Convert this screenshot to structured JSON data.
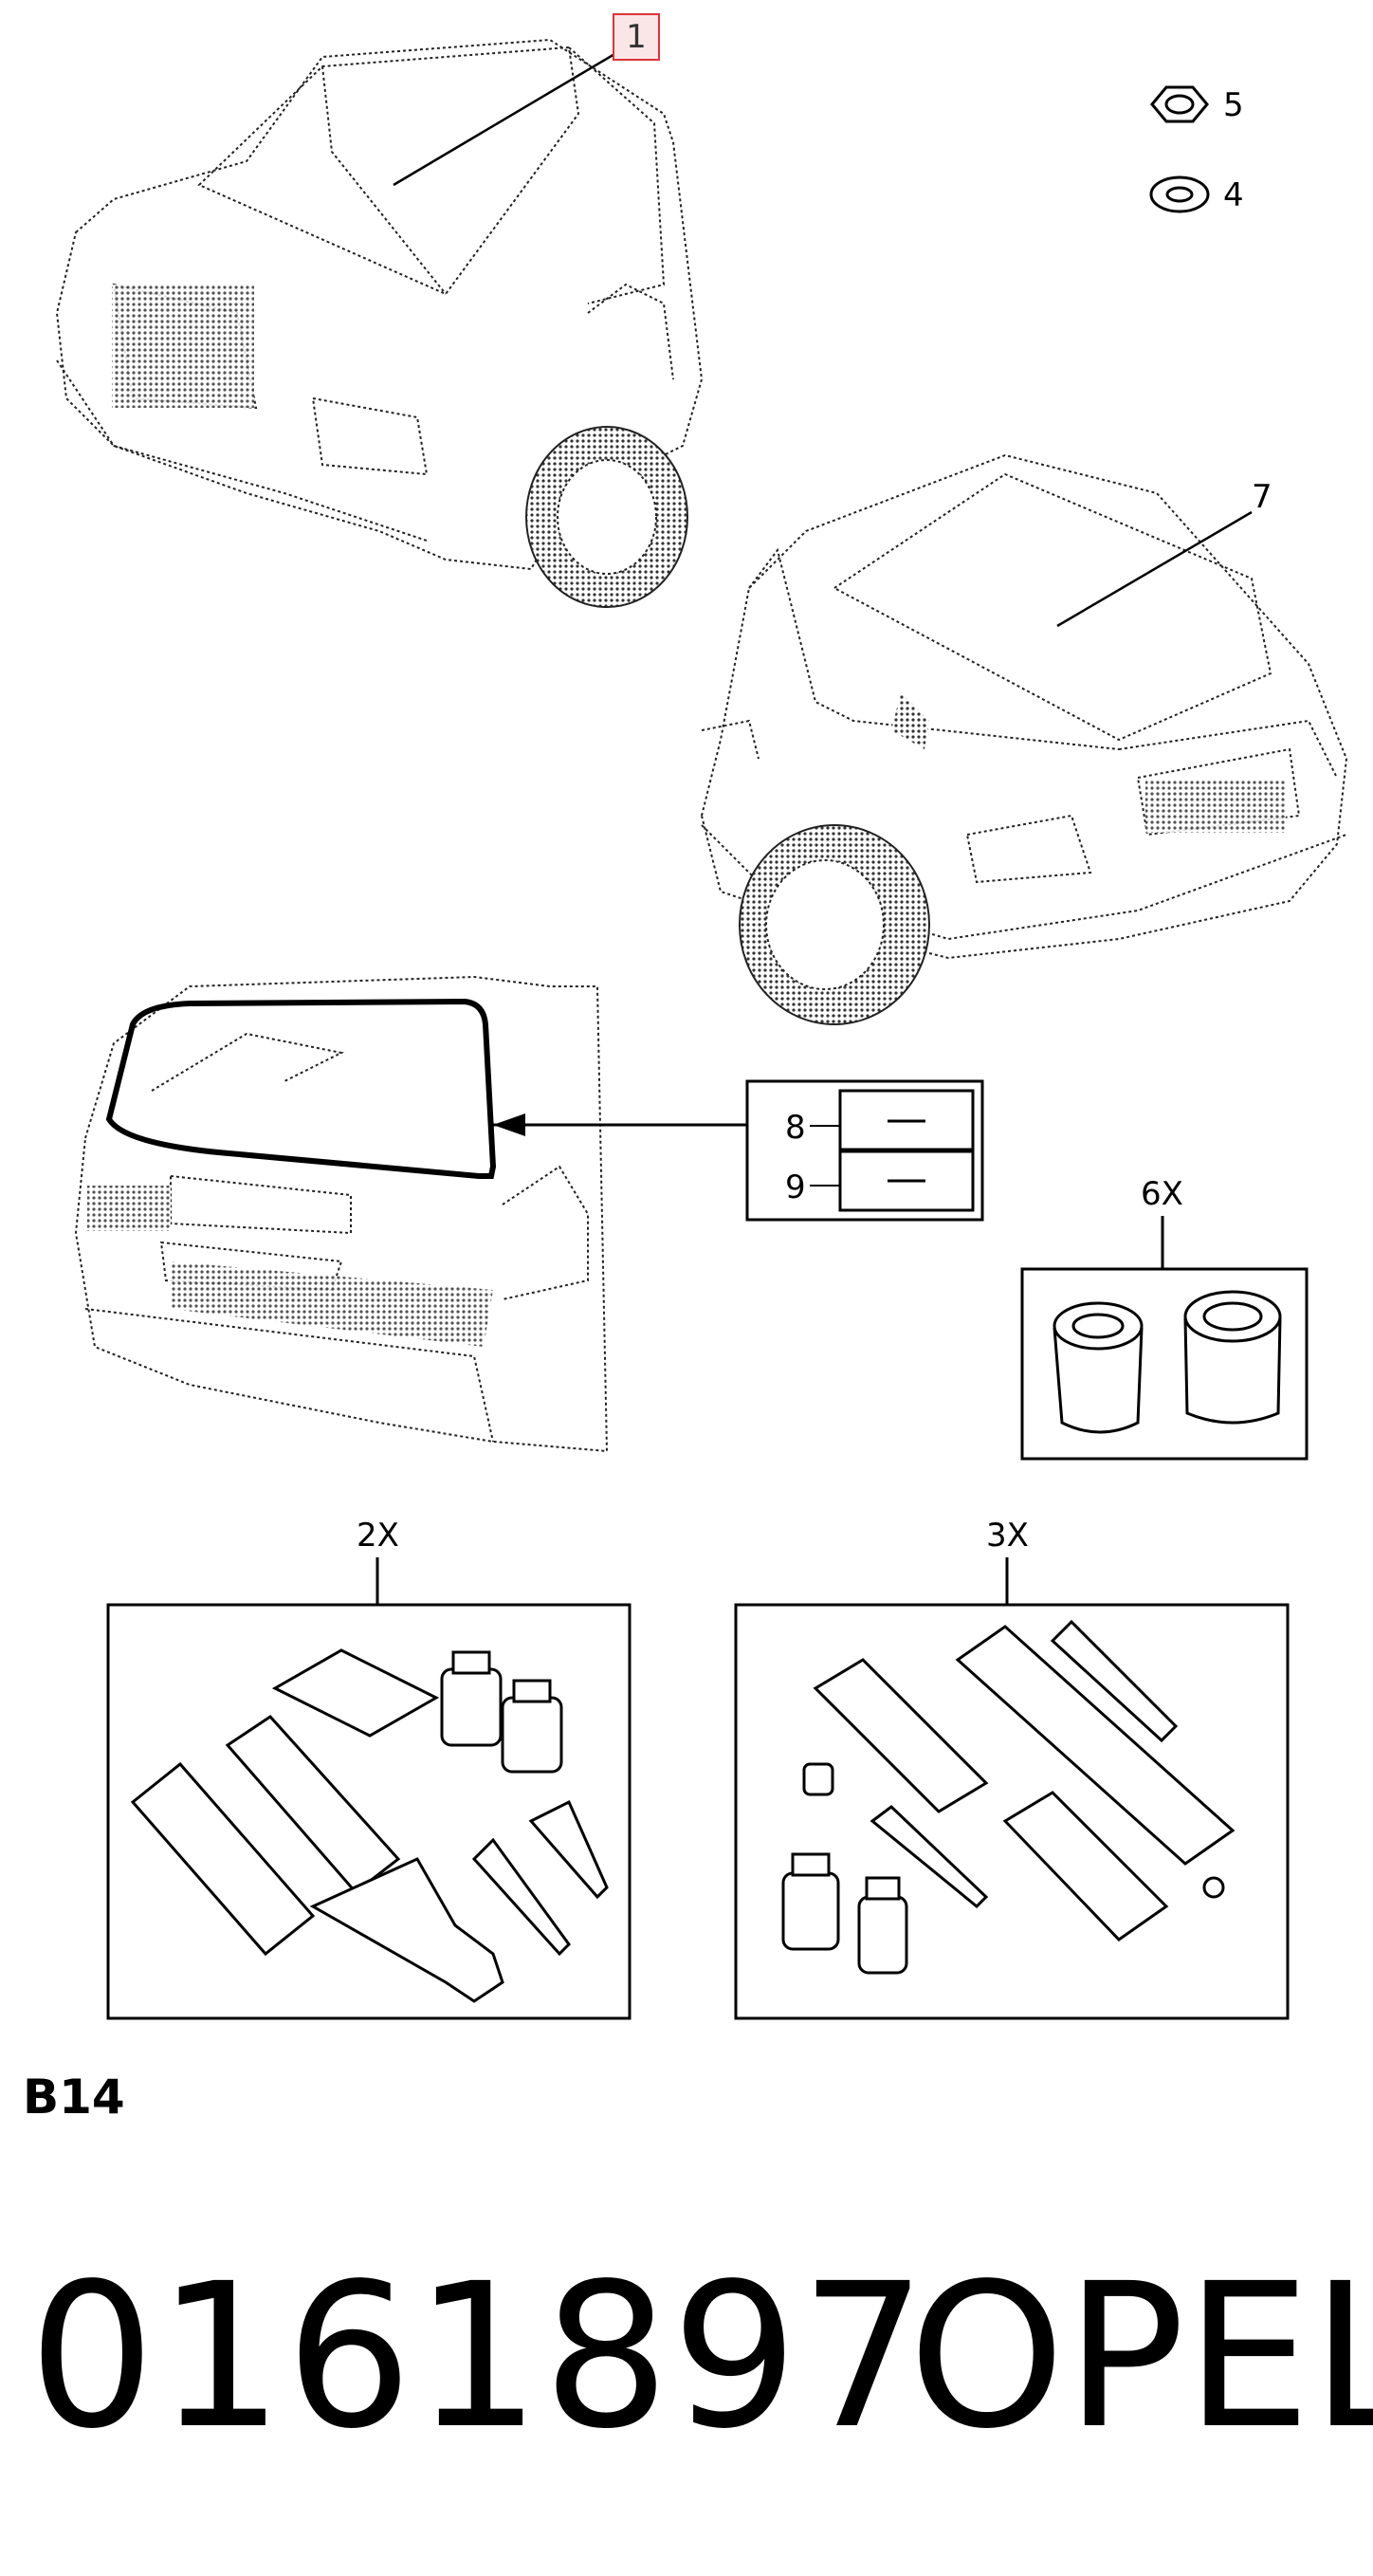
{
  "diagram": {
    "highlighted_callout": "1",
    "callouts": {
      "nut": "5",
      "washer": "4",
      "window_right": "7",
      "seal_upper": "8",
      "seal_lower": "9",
      "bushings_qty": "6X",
      "kit_a_qty": "2X",
      "kit_b_qty": "3X"
    },
    "section_code": "B14",
    "part_number": "0161897",
    "brand": "OPEL"
  }
}
